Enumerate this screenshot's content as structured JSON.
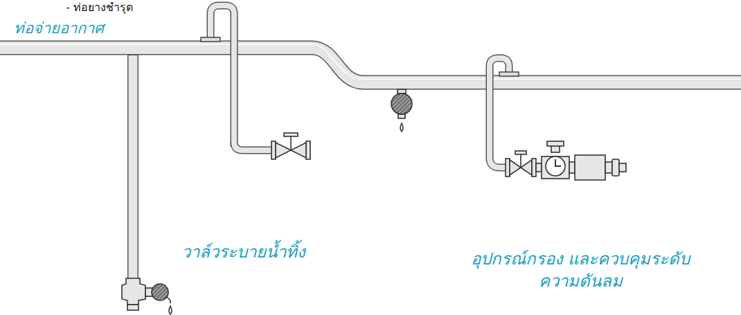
{
  "diagram": {
    "labels": [
      "- ท่อยางชำรุด",
      "ท่อจ่ายอากาศ",
      "วาล์วระบายน้ำทิ้ง",
      "อุปกรณ์กรอง และควบคุมระดับความดันลม"
    ]
  }
}
